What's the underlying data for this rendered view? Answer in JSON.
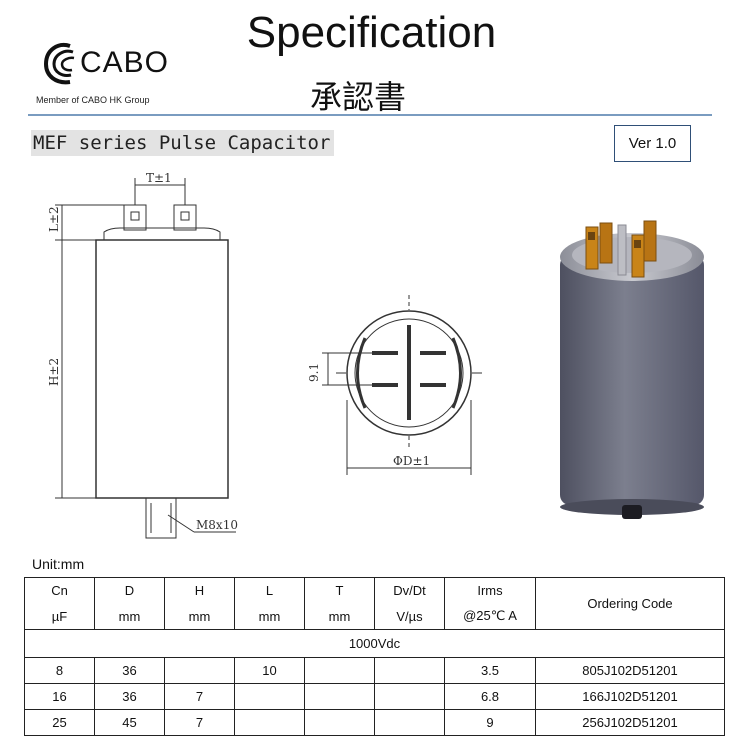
{
  "header": {
    "logo_text": "CABO",
    "logo_subtitle": "Member of CABO HK Group",
    "title": "Specification",
    "subtitle": "承認書"
  },
  "product": {
    "series_title": "MEF series Pulse Capacitor",
    "version": "Ver 1.0"
  },
  "drawing_labels": {
    "t": "T±1",
    "l": "L±2",
    "h": "H±2",
    "m": "M8x10",
    "p": "9.1",
    "d": "ΦD±1"
  },
  "table": {
    "unit_label": "Unit:mm",
    "headers": [
      {
        "name": "Cn",
        "unit": "µF"
      },
      {
        "name": "D",
        "unit": "mm"
      },
      {
        "name": "H",
        "unit": "mm"
      },
      {
        "name": "L",
        "unit": "mm"
      },
      {
        "name": "T",
        "unit": "mm"
      },
      {
        "name": "Dv/Dt",
        "unit": "V/µs"
      },
      {
        "name": "Irms",
        "unit": "@25℃ A"
      }
    ],
    "ordering_header": "Ordering Code",
    "voltage": "1000Vdc",
    "rows": [
      {
        "cn": "8",
        "d": "36",
        "h": "",
        "l": "10",
        "t": "",
        "dvdt": "",
        "irms": "3.5",
        "code": "805J102D51201"
      },
      {
        "cn": "16",
        "d": "36",
        "h": "7",
        "l": "",
        "t": "",
        "dvdt": "",
        "irms": "6.8",
        "code": "166J102D51201"
      },
      {
        "cn": "25",
        "d": "45",
        "h": "7",
        "l": "",
        "t": "",
        "dvdt": "",
        "irms": "9",
        "code": "256J102D51201"
      }
    ]
  },
  "colors": {
    "rule": "#7a9cc0",
    "version_border": "#2f4f77",
    "capacitor_body": "#6b6e7c",
    "terminal": "#c07a12"
  }
}
